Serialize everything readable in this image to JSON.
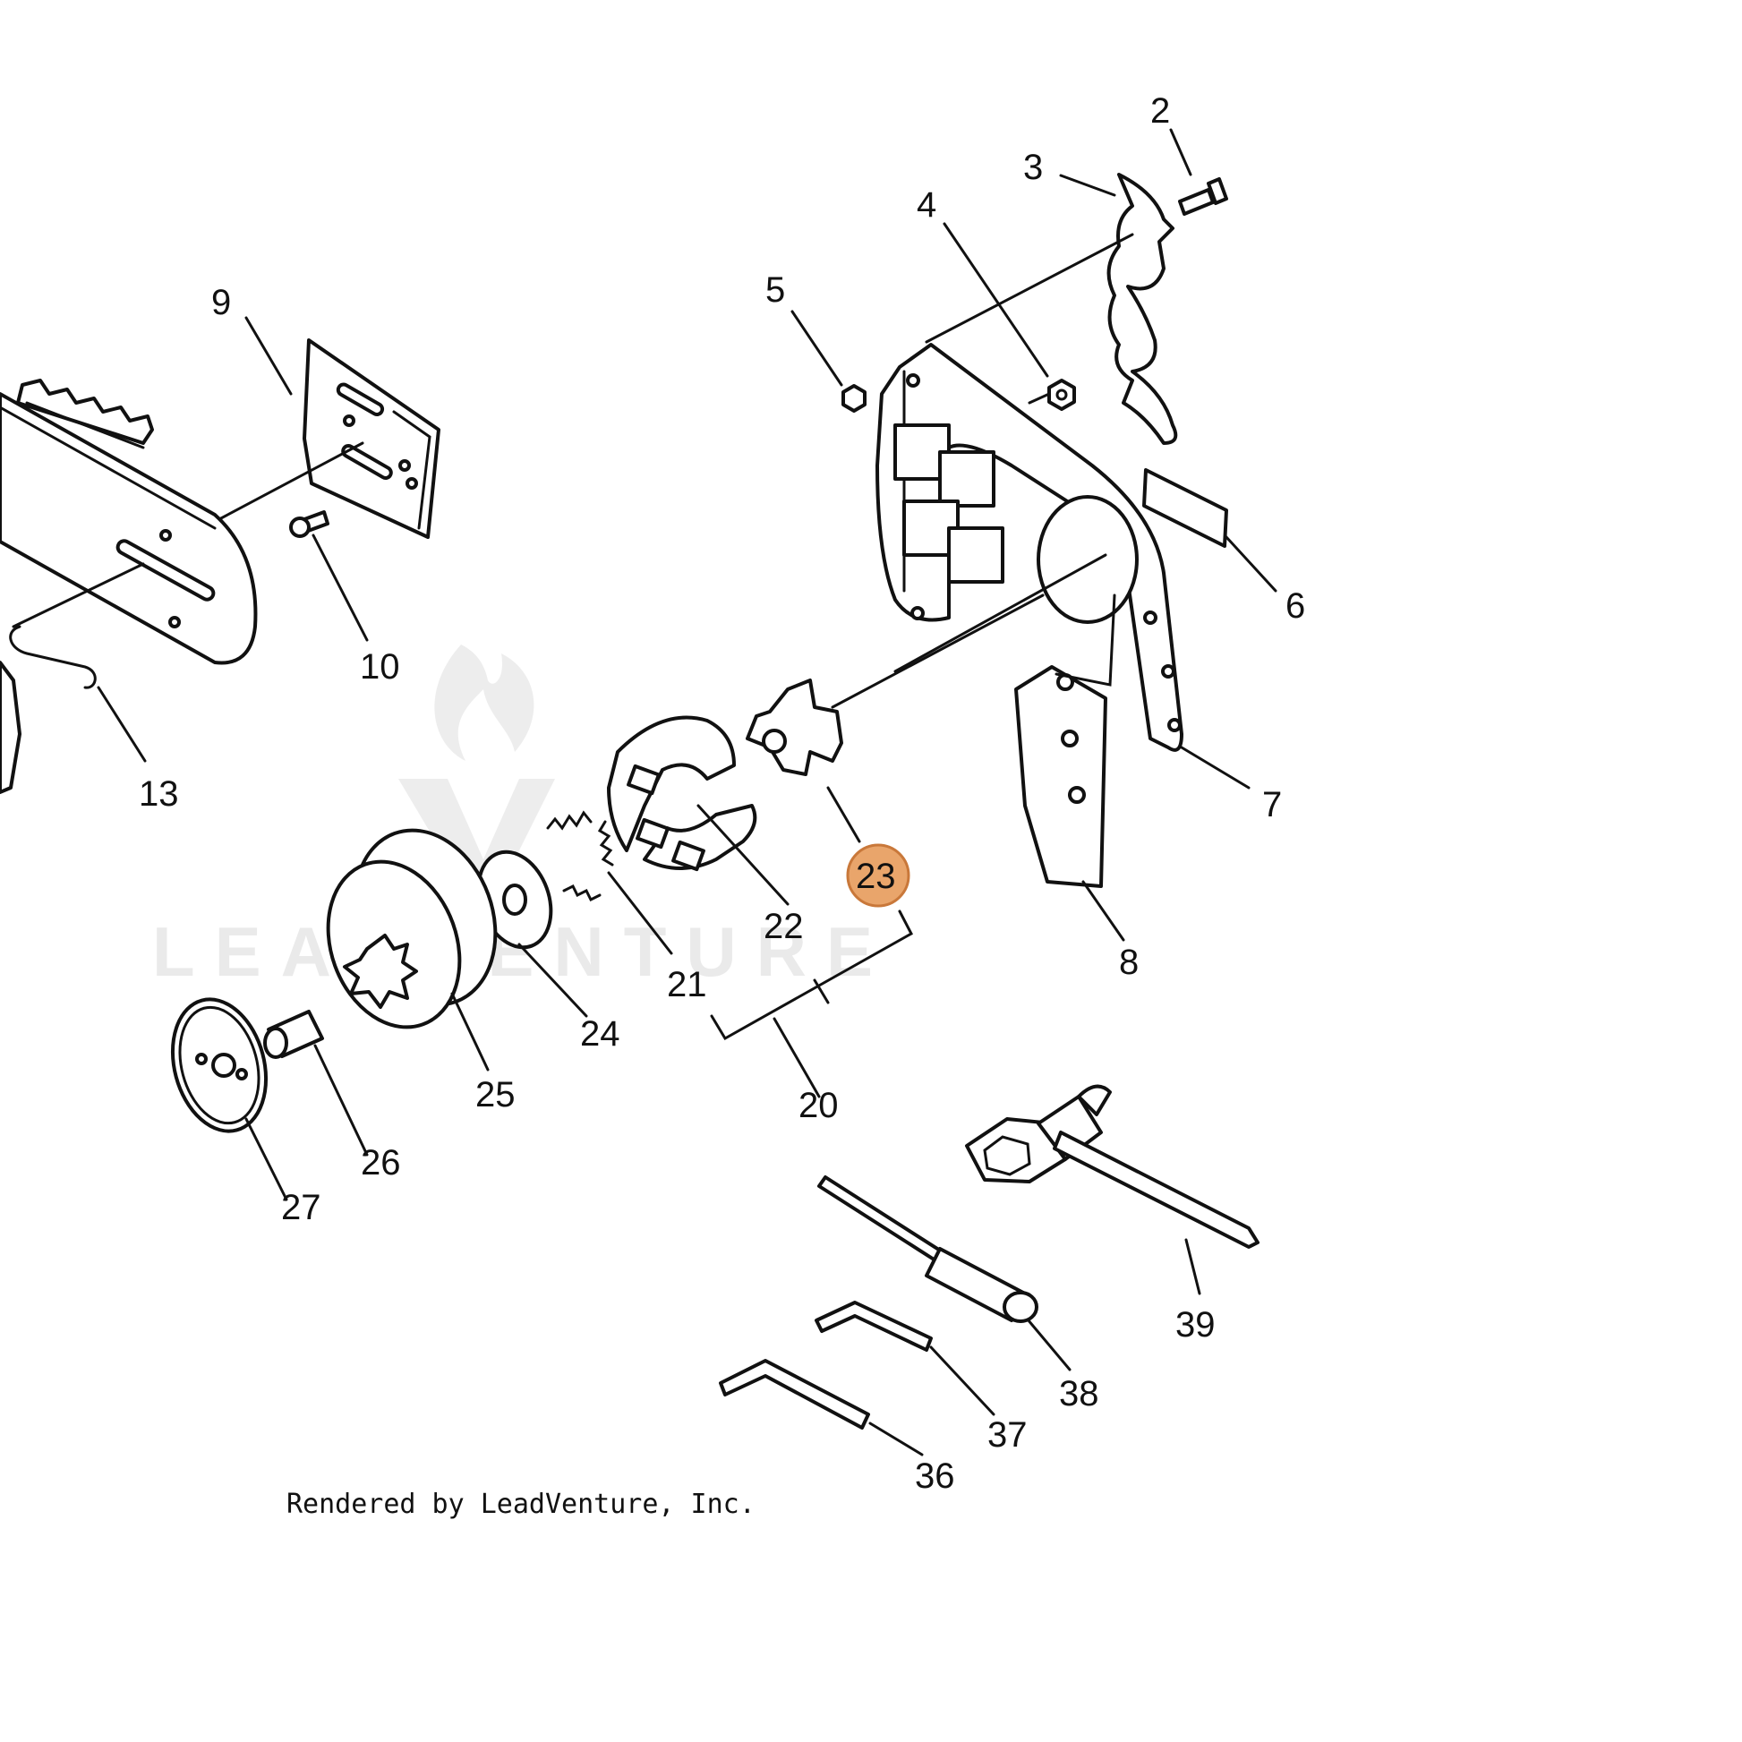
{
  "diagram": {
    "callouts": [
      "2",
      "3",
      "4",
      "5",
      "6",
      "7",
      "8",
      "9",
      "10",
      "13",
      "20",
      "21",
      "22",
      "23",
      "24",
      "25",
      "26",
      "27",
      "36",
      "37",
      "38",
      "39"
    ],
    "highlighted": "23",
    "highlight_color": "#E9A56B",
    "highlight_stroke": "#C9783A",
    "credit": "Rendered by LeadVenture, Inc.",
    "watermark": "LEADVENTURE"
  }
}
